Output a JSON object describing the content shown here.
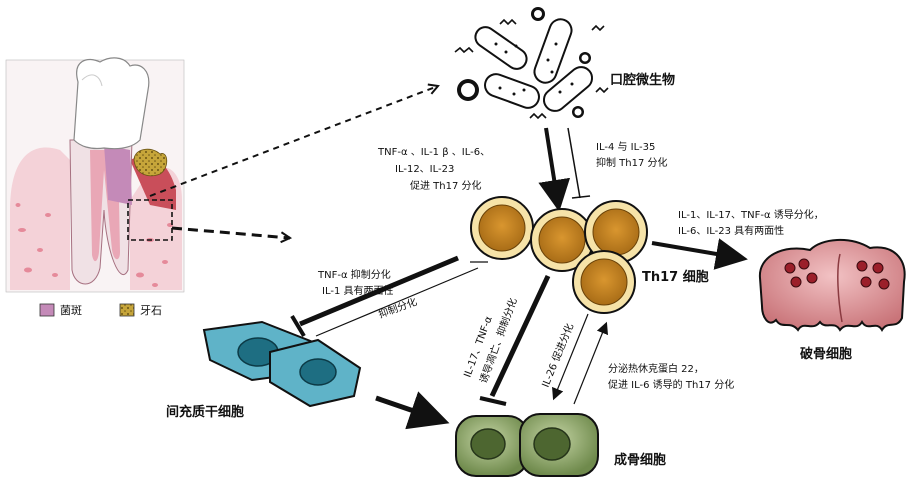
{
  "colors": {
    "plaque": "#c48ab8",
    "calculus": "#c6a53a",
    "th17_fill": "#c98a2a",
    "th17_ring": "#f6e3a8",
    "osteoclast": "#e4a0a4",
    "msc": "#5fb3c8",
    "osteoblast": "#8fa66a"
  },
  "nodes": {
    "microbes": "口腔微生物",
    "th17": "Th17 细胞",
    "osteoclast": "破骨细胞",
    "msc": "间充质干细胞",
    "osteoblast": "成骨细胞"
  },
  "legend": {
    "plaque": "菌斑",
    "calculus": "牙石"
  },
  "annotations": {
    "promote": [
      "TNF-α 、IL-1 β 、IL-6、",
      "IL-12、IL-23",
      "促进 Th17 分化"
    ],
    "inhibit": [
      "IL-4 与 IL-35",
      "抑制 Th17 分化"
    ],
    "osteoclast": [
      "IL-1、IL-17、TNF-α 诱导分化，",
      "IL-6、IL-23 具有两面性"
    ],
    "msc_effect": [
      "TNF-α 抑制分化",
      "IL-1 具有两面性"
    ],
    "msc_inhibit": "抑制分化",
    "ob_effect": [
      "IL-17、TNF-α",
      "诱导凋亡、抑制分化"
    ],
    "il26": "IL-26 促进分化",
    "hsp": [
      "分泌热休克蛋白 22，",
      "促进 IL-6 诱导的 Th17 分化"
    ]
  }
}
